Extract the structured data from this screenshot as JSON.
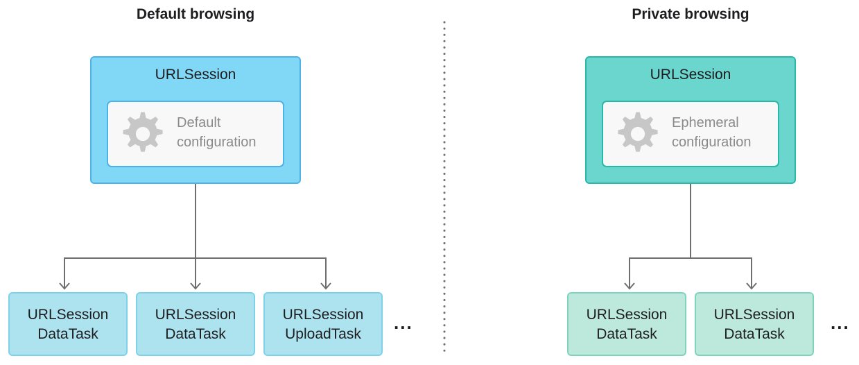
{
  "left": {
    "heading": "Default browsing",
    "session": {
      "title": "URLSession",
      "config_line1": "Default",
      "config_line2": "configuration",
      "fill": "#80d8f6",
      "border": "#4db3e6"
    },
    "tasks": [
      {
        "line1": "URLSession",
        "line2": "DataTask"
      },
      {
        "line1": "URLSession",
        "line2": "DataTask"
      },
      {
        "line1": "URLSession",
        "line2": "UploadTask"
      }
    ],
    "task_fill": "#ade3ef",
    "task_border": "#7dd1e8",
    "more": "..."
  },
  "right": {
    "heading": "Private browsing",
    "session": {
      "title": "URLSession",
      "config_line1": "Ephemeral",
      "config_line2": "configuration",
      "fill": "#6ad6ce",
      "border": "#27b8a8"
    },
    "tasks": [
      {
        "line1": "URLSession",
        "line2": "DataTask"
      },
      {
        "line1": "URLSession",
        "line2": "DataTask"
      }
    ],
    "task_fill": "#bde9dd",
    "task_border": "#7ed4be",
    "more": "..."
  },
  "colors": {
    "connector": "#6e6e6e",
    "divider": "#6e6e6e",
    "gear": "#c7c7c7"
  }
}
